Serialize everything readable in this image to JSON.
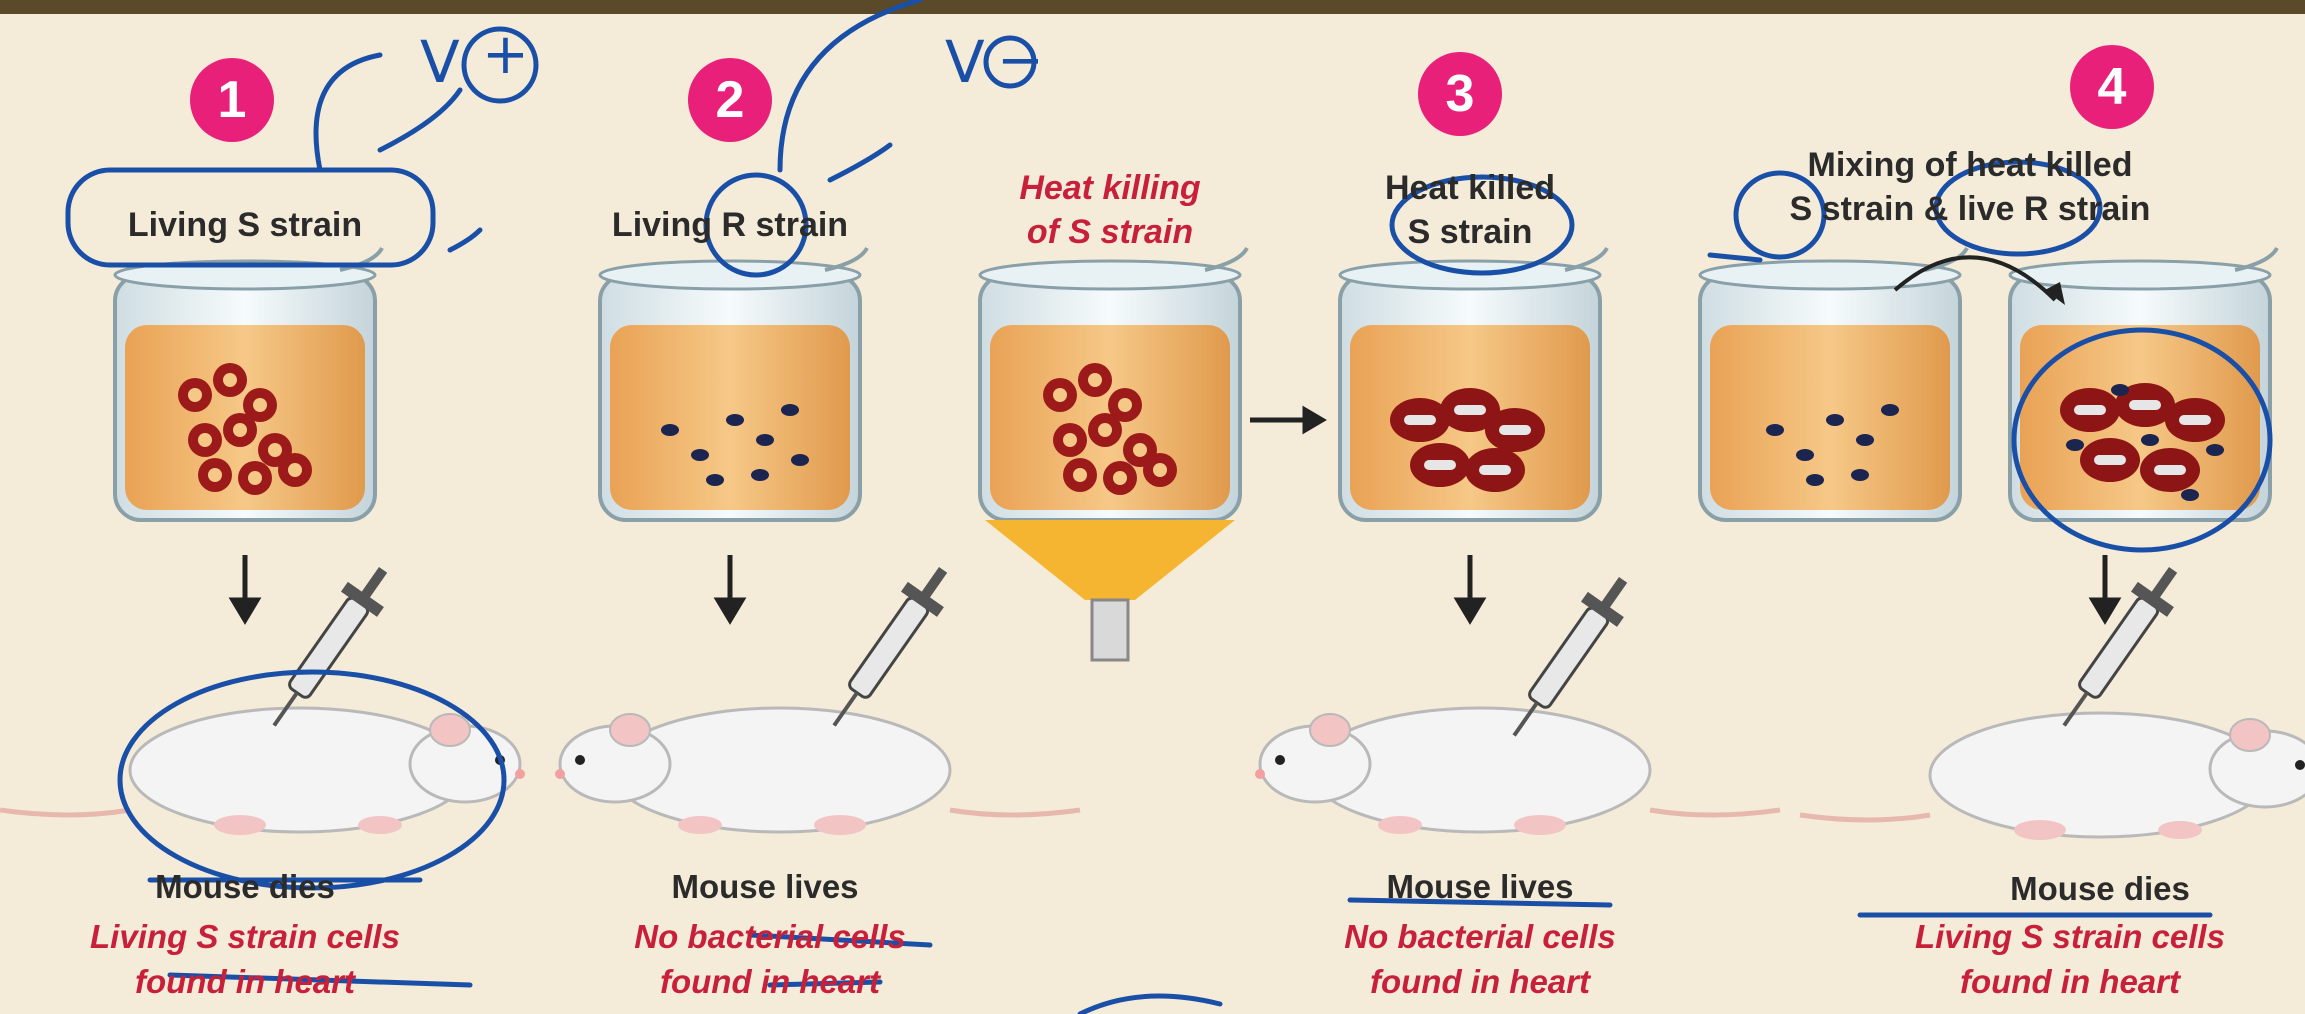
{
  "title_bar": "",
  "panels": [
    {
      "number": "1",
      "strain_label": "Living S strain",
      "outcome": "Mouse dies",
      "detail_line1": "Living S strain cells",
      "detail_line2": "found in heart"
    },
    {
      "number": "2",
      "strain_label": "Living R strain",
      "outcome": "Mouse lives",
      "detail_line1": "No bacterial cells",
      "detail_line2": "found in heart"
    },
    {
      "number": "3",
      "heat_line1": "Heat killing",
      "heat_line2": "of S strain",
      "strain_label": "Heat killed",
      "strain_label2": "S strain",
      "outcome": "Mouse lives",
      "detail_line1": "No bacterial cells",
      "detail_line2": "found in heart"
    },
    {
      "number": "4",
      "strain_label": "Mixing of heat killed",
      "strain_label2": "S strain & live R strain",
      "outcome": "Mouse dies",
      "detail_line1": "Living S strain cells",
      "detail_line2": "found in heart"
    }
  ],
  "annotations": {
    "v_plus": "V",
    "plus_sign": "+",
    "v_minus": "V",
    "minus_sign": "−"
  },
  "colors": {
    "badge": "#e8207a",
    "s_strain": "#9c1a1a",
    "r_strain": "#1c2450",
    "liquid": "#f2b56a",
    "ink": "#1a4fa8",
    "label_red": "#c8203a"
  }
}
